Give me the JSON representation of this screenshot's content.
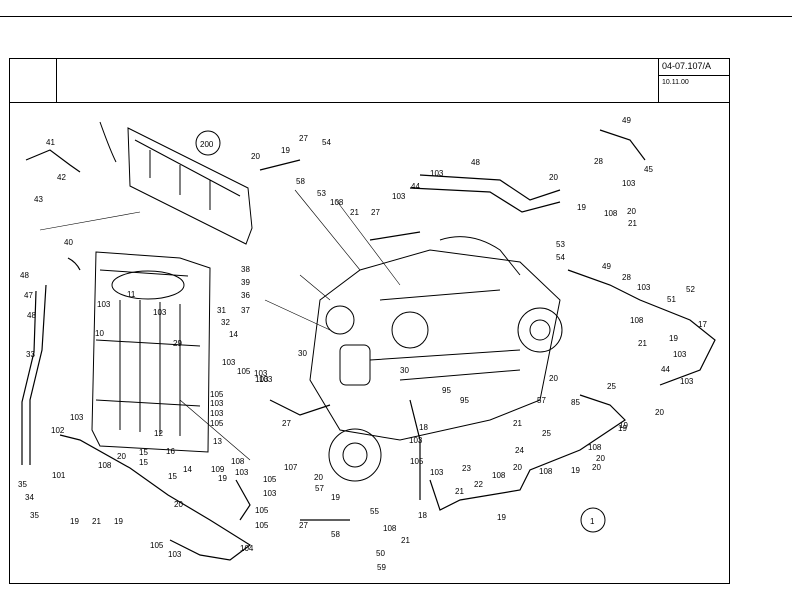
{
  "header": {
    "doc_number": "04-07.107/A",
    "date": "10.11.00"
  },
  "callouts": [
    "200",
    "1"
  ],
  "labels": [
    "41",
    "42",
    "43",
    "40",
    "48",
    "47",
    "48",
    "33",
    "102",
    "103",
    "101",
    "35",
    "34",
    "35",
    "19",
    "21",
    "108",
    "20",
    "19",
    "103",
    "11",
    "103",
    "10",
    "31",
    "32",
    "14",
    "29",
    "103",
    "103",
    "105",
    "103",
    "12",
    "103",
    "105",
    "103",
    "13",
    "15",
    "15",
    "16",
    "14",
    "15",
    "20",
    "109",
    "19",
    "108",
    "103",
    "107",
    "105",
    "103",
    "105",
    "105",
    "105",
    "103",
    "104",
    "20",
    "19",
    "27",
    "54",
    "58",
    "53",
    "108",
    "21",
    "27",
    "38",
    "39",
    "36",
    "37",
    "30",
    "105",
    "103",
    "27",
    "20",
    "57",
    "27",
    "19",
    "55",
    "108",
    "50",
    "58",
    "21",
    "59",
    "103",
    "44",
    "48",
    "20",
    "28",
    "103",
    "45",
    "49",
    "103",
    "19",
    "108",
    "21",
    "20",
    "53",
    "54",
    "49",
    "28",
    "103",
    "52",
    "51",
    "108",
    "21",
    "17",
    "19",
    "103",
    "44",
    "103",
    "20",
    "20",
    "30",
    "95",
    "95",
    "57",
    "85",
    "25",
    "19",
    "103",
    "18",
    "105",
    "21",
    "24",
    "25",
    "108",
    "20",
    "23",
    "21",
    "22",
    "108",
    "19",
    "20",
    "18",
    "19",
    "103",
    "20",
    "108",
    "19"
  ]
}
